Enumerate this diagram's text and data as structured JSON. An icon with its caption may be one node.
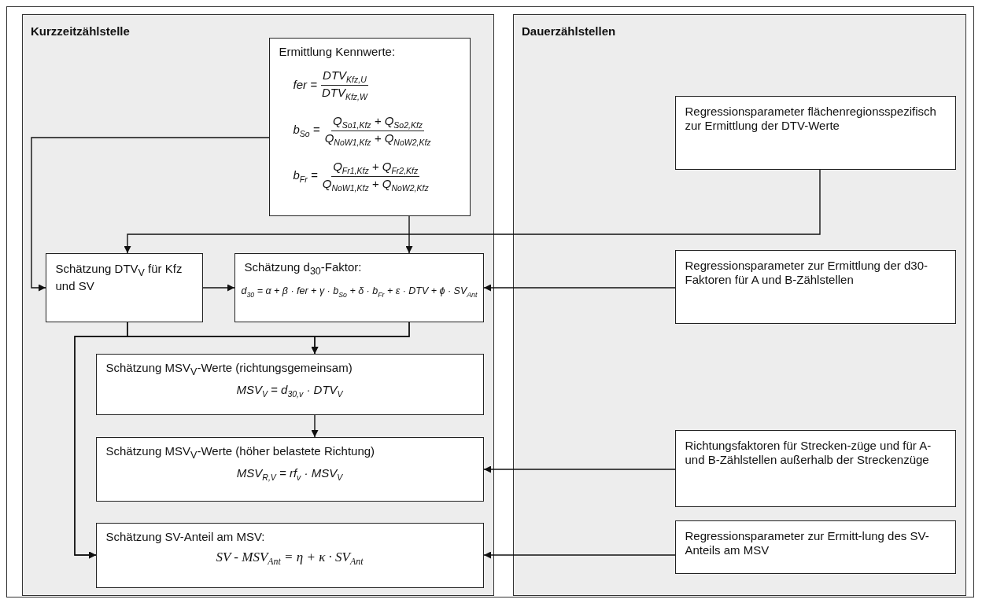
{
  "diagram": {
    "nodes": [
      {
        "text": [
          "Kurzzeitzählstelle"
        ]
      },
      {
        "text": [
          "Ermittlung Kennwerte:",
          "fer =",
          "DTV$_{Kfz,U}$",
          "DTV$_{Kfz,W}$",
          "b$_{So}$ =",
          "Q$_{So1,Kfz}$ + Q$_{So2,Kfz}$",
          "Q$_{NoW1,Kfz}$ + Q$_{NoW2,Kfz}$",
          "b$_{Fr}$ =",
          "Q$_{Fr1,Kfz}$ + Q$_{Fr2,Kfz}$",
          "Q$_{NoW1,Kfz}$ + Q$_{NoW2,Kfz}$"
        ],
        "in": 0
      },
      {
        "text": [
          "Schätzung DTV$_{V}$ für Kfz und SV"
        ],
        "in": 0
      },
      {
        "text": [
          "Schätzung d$_{30}$-Faktor:",
          "d$_{30}$ = α + β · fer + γ · b$_{So}$ + δ · b$_{Fr}$ + ε · DTV + ϕ · SV$_{Ant}$"
        ],
        "in": 0
      },
      {
        "text": [
          "Schätzung MSV$_{V}$-Werte (richtungsgemeinsam)",
          "MSV$_{V}$ = d$_{30,v}$ · DTV$_{V}$"
        ],
        "in": 0
      },
      {
        "text": [
          "Schätzung MSV$_{V}$-Werte (höher belastete Richtung)",
          "MSV$_{R,V}$ = rf$_{v}$ · MSV$_{V}$"
        ],
        "in": 0
      },
      {
        "text": [
          "Schätzung SV-Anteil am MSV:",
          "SV - MSV$_{Ant}$ = η + κ · SV$_{Ant}$"
        ],
        "in": 0
      },
      {
        "text": [
          "Dauerzählstellen"
        ]
      },
      {
        "text": [
          "Regressionsparameter flächenregionsspezifisch zur Ermittlung der DTV-Werte"
        ],
        "in": 7
      },
      {
        "text": [
          "Regressionsparameter zur Ermittlung der d30-Faktoren für A und B-Zählstellen"
        ],
        "in": 7
      },
      {
        "text": [
          "Richtungsfaktoren für Strecken-züge und für A- und B-Zählstellen außerhalb der Streckenzüge"
        ],
        "in": 7
      },
      {
        "text": [
          "Regressionsparameter zur Ermitt-lung des SV-Anteils am MSV"
        ],
        "in": 7
      }
    ],
    "edges": [
      {
        "from": 1,
        "to": 2,
        "arrow": "to"
      },
      {
        "from": 1,
        "to": 3,
        "arrow": "to"
      },
      {
        "from": 8,
        "to": 2,
        "arrow": "to"
      },
      {
        "from": 2,
        "to": 3,
        "arrow": "to"
      },
      {
        "from": 9,
        "to": 3,
        "arrow": "to"
      },
      {
        "from": 2,
        "to": 4,
        "arrow": "to"
      },
      {
        "from": 3,
        "to": 4,
        "arrow": "to"
      },
      {
        "from": 2,
        "to": 6,
        "arrow": "to"
      },
      {
        "from": 3,
        "to": 6,
        "arrow": "to"
      },
      {
        "from": 4,
        "to": 5,
        "arrow": "to"
      },
      {
        "from": 10,
        "to": 5,
        "arrow": "to"
      },
      {
        "from": 11,
        "to": 6,
        "arrow": "to"
      }
    ]
  }
}
